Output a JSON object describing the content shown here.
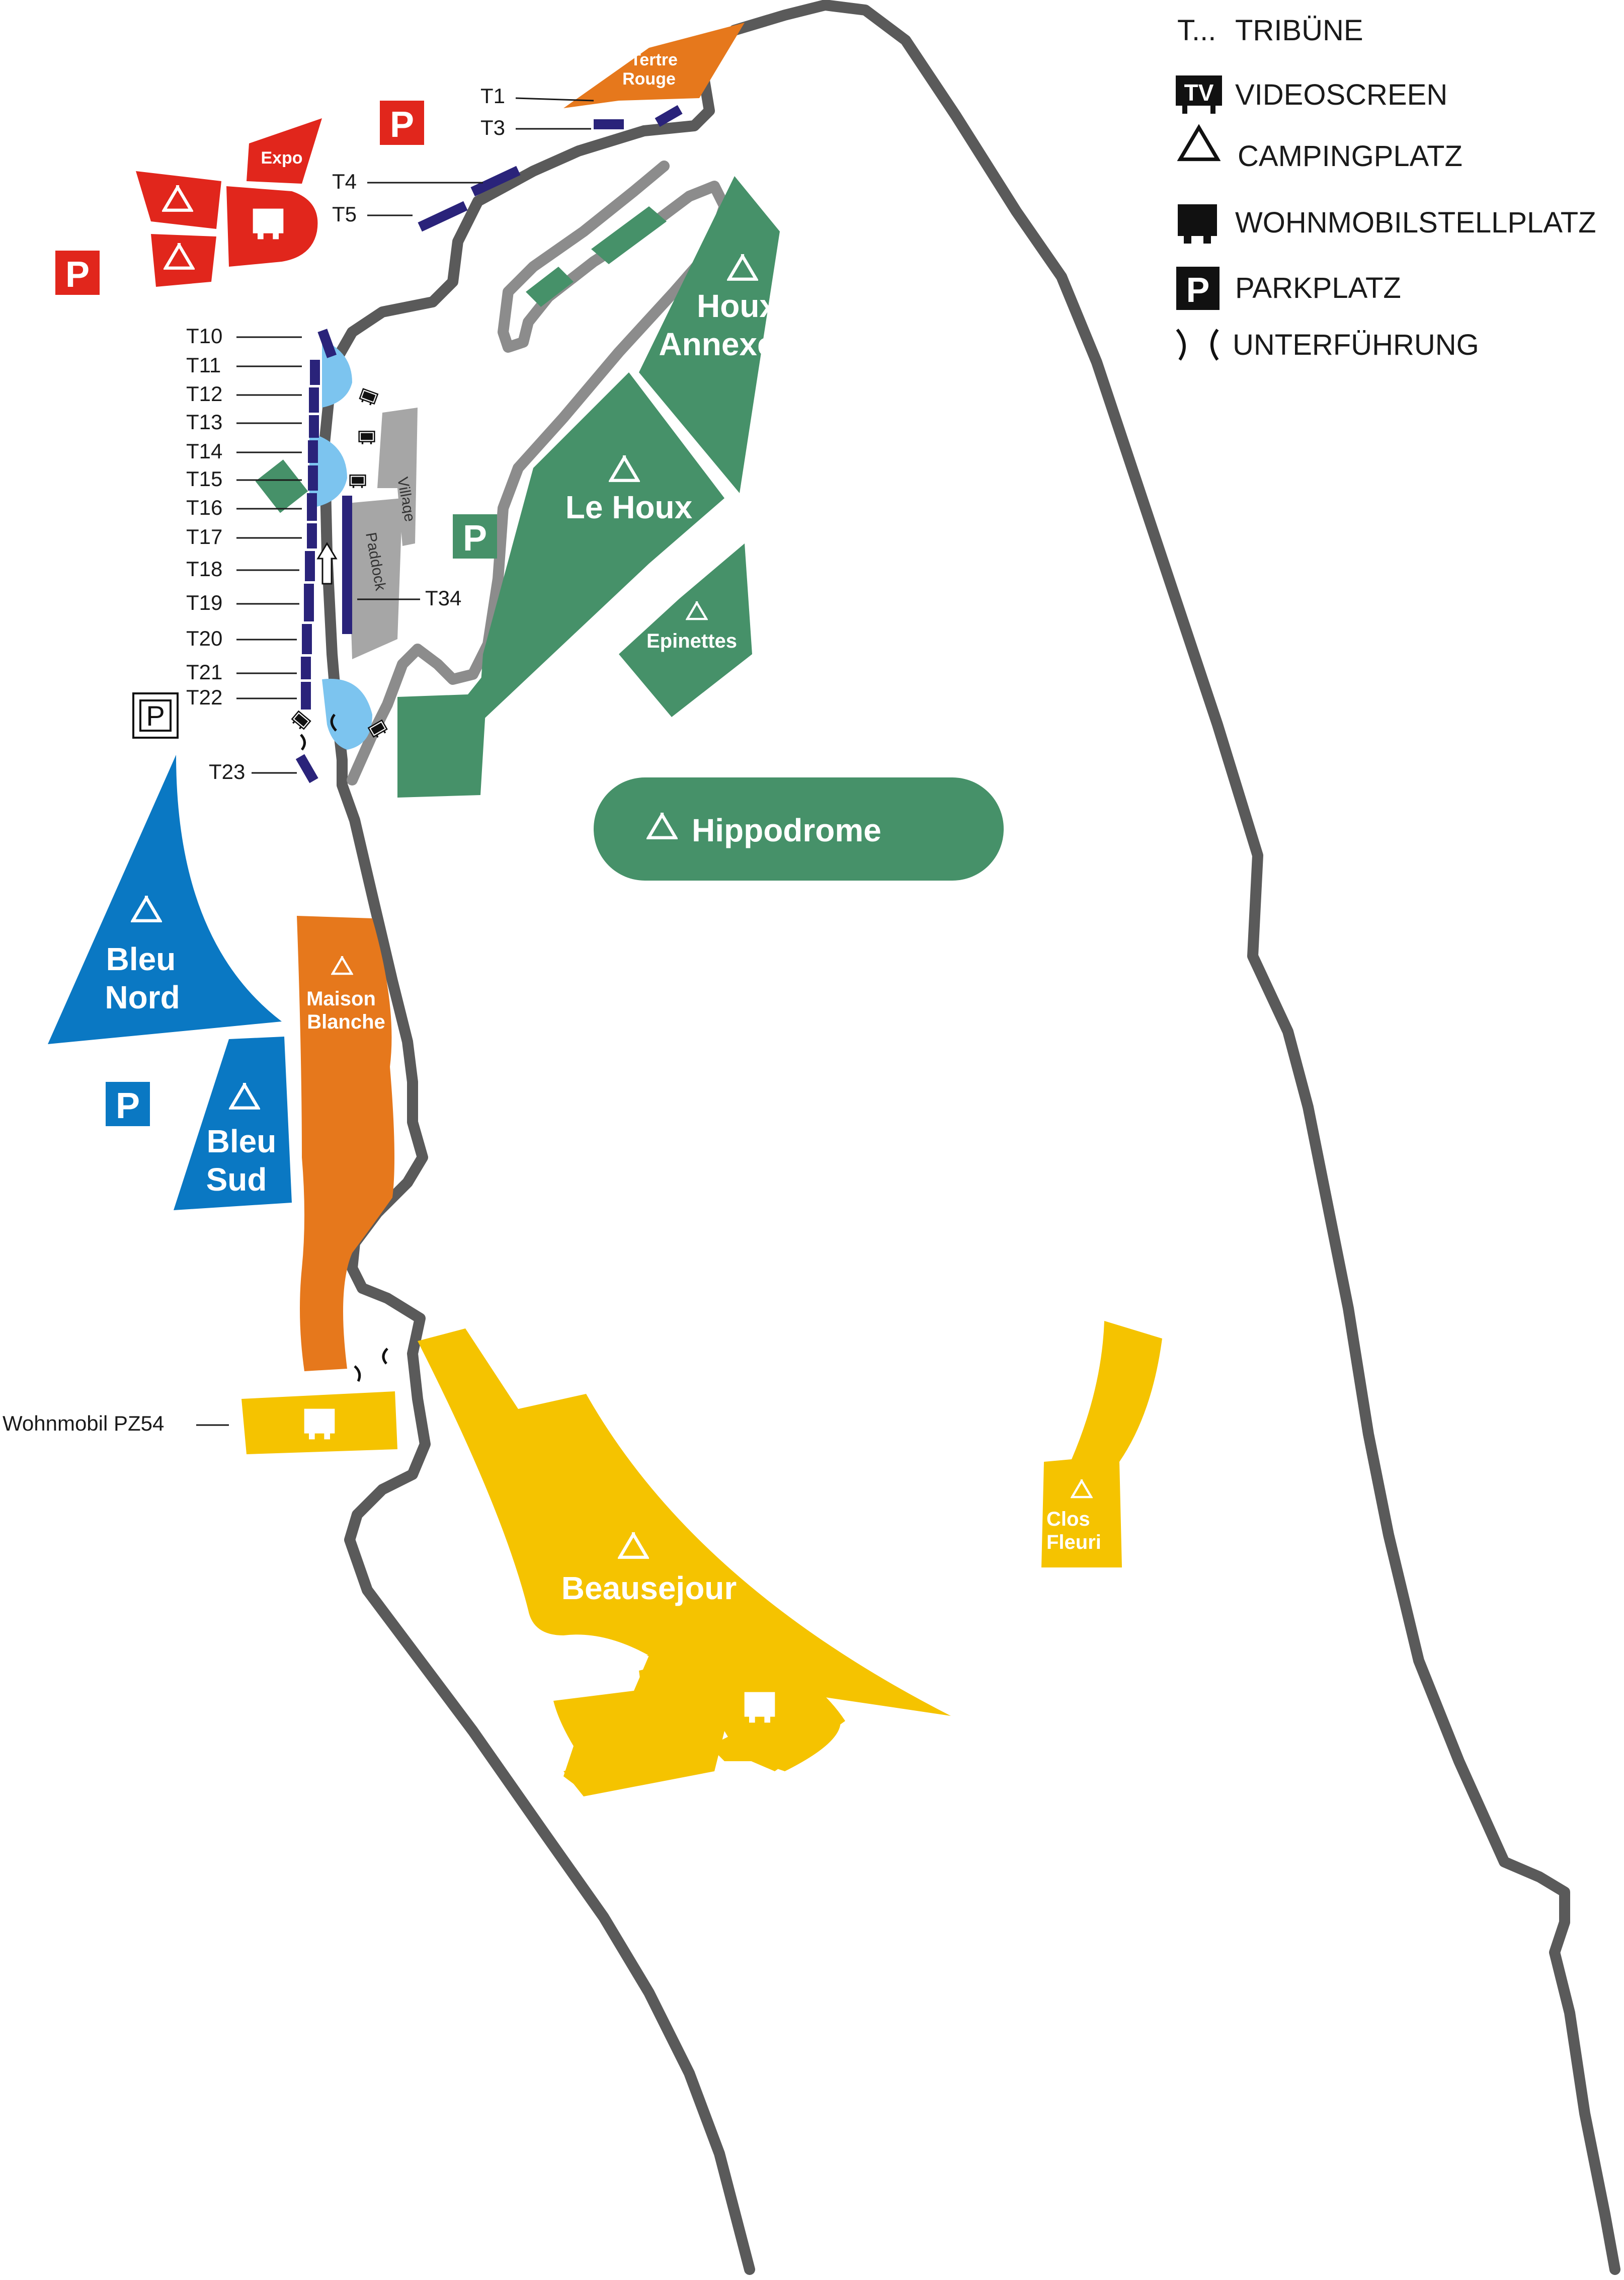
{
  "colors": {
    "track": "#5a5a5a",
    "inner_track": "#8c8c8c",
    "red": "#e1261c",
    "orange": "#e6781c",
    "green": "#469169",
    "blue": "#0a78c3",
    "yellow": "#f5c300",
    "light_blue": "#7cc4ef",
    "grey": "#a6a6a6",
    "stand": "#2a237a"
  },
  "legend": [
    {
      "icon": "tribune-icon",
      "symbol": "T...",
      "label": "TRIBÜNE"
    },
    {
      "icon": "videoscreen-icon",
      "label": "VIDEOSCREEN"
    },
    {
      "icon": "camping-icon",
      "label": "CAMPINGPLATZ"
    },
    {
      "icon": "motorhome-icon",
      "label": "WOHNMOBILSTELLPLATZ"
    },
    {
      "icon": "parking-icon",
      "label": "PARKPLATZ"
    },
    {
      "icon": "underpass-icon",
      "label": "UNTERFÜHRUNG"
    }
  ],
  "zones": {
    "tertre_rouge": "Tertre\nRouge",
    "expo": "Expo",
    "houx_annexe": "Houx\nAnnexe",
    "le_houx": "Le Houx",
    "epinettes": "Epinettes",
    "hippodrome": "Hippodrome",
    "bleu_nord": "Bleu\nNord",
    "bleu_sud": "Bleu\nSud",
    "maison_blanche": "Maison\nBlanche",
    "beausejour": "Beausejour",
    "clos_fleuri": "Clos\nFleuri",
    "village": "Village",
    "paddock": "Paddock",
    "parking_label": "P",
    "videoscreen_label": "TV"
  },
  "tribunes": {
    "t1": "T1",
    "t3": "T3",
    "t4": "T4",
    "t5": "T5",
    "t10": "T10",
    "t11": "T11",
    "t12": "T12",
    "t13": "T13",
    "t14": "T14",
    "t15": "T15",
    "t16": "T16",
    "t17": "T17",
    "t18": "T18",
    "t19": "T19",
    "t20": "T20",
    "t21": "T21",
    "t22": "T22",
    "t23": "T23",
    "t34": "T34"
  },
  "motorhome_label": "Wohnmobil PZ54"
}
